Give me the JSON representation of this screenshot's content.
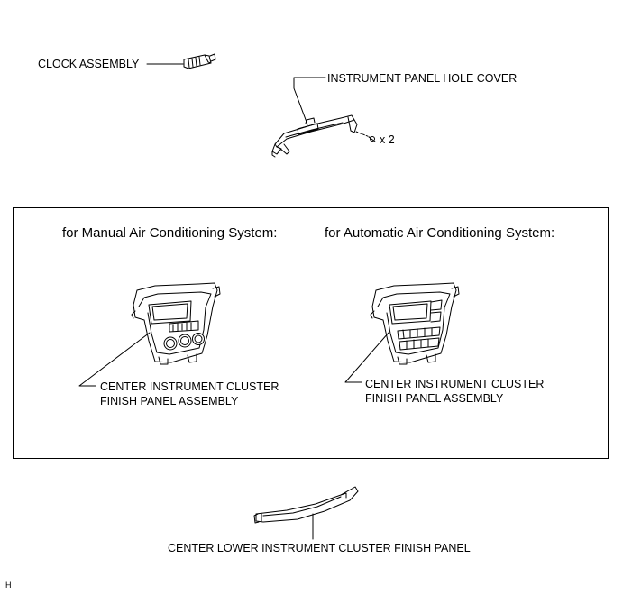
{
  "labels": {
    "clock_assembly": "CLOCK ASSEMBLY",
    "hole_cover": "INSTRUMENT PANEL HOLE COVER",
    "screw_count": "x 2",
    "manual_header": "for Manual Air Conditioning System:",
    "automatic_header": "for Automatic Air Conditioning System:",
    "manual_panel_line1": "CENTER INSTRUMENT CLUSTER",
    "manual_panel_line2": "FINISH PANEL ASSEMBLY",
    "auto_panel_line1": "CENTER INSTRUMENT CLUSTER",
    "auto_panel_line2": "FINISH PANEL ASSEMBLY",
    "lower_panel": "CENTER LOWER INSTRUMENT CLUSTER FINISH PANEL",
    "corner_mark": "H"
  }
}
